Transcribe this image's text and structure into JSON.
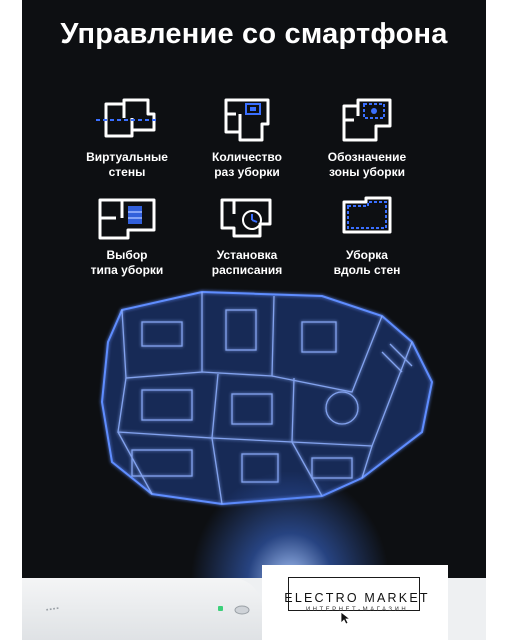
{
  "header": {
    "title": "Управление со смартфона"
  },
  "features": [
    {
      "id": "virtual-walls",
      "icon": "virtual-walls-icon",
      "line1": "Виртуальные",
      "line2": "стены"
    },
    {
      "id": "cleaning-count",
      "icon": "cleaning-count-icon",
      "line1": "Количество",
      "line2": "раз уборки"
    },
    {
      "id": "zone-marking",
      "icon": "zone-marking-icon",
      "line1": "Обозначение",
      "line2": "зоны уборки"
    },
    {
      "id": "cleaning-type",
      "icon": "cleaning-type-icon",
      "line1": "Выбор",
      "line2": "типа уборки"
    },
    {
      "id": "schedule",
      "icon": "schedule-icon",
      "line1": "Установка",
      "line2": "расписания"
    },
    {
      "id": "wall-cleaning",
      "icon": "wall-cleaning-icon",
      "line1": "Уборка",
      "line2": "вдоль стен"
    }
  ],
  "logo": {
    "main": "ELECTRO MARKET",
    "sub": "ИНТЕРНЕТ-МАГАЗИН"
  },
  "colors": {
    "accent": "#3a6fff",
    "background": "#0d0f12",
    "text": "#ffffff"
  }
}
